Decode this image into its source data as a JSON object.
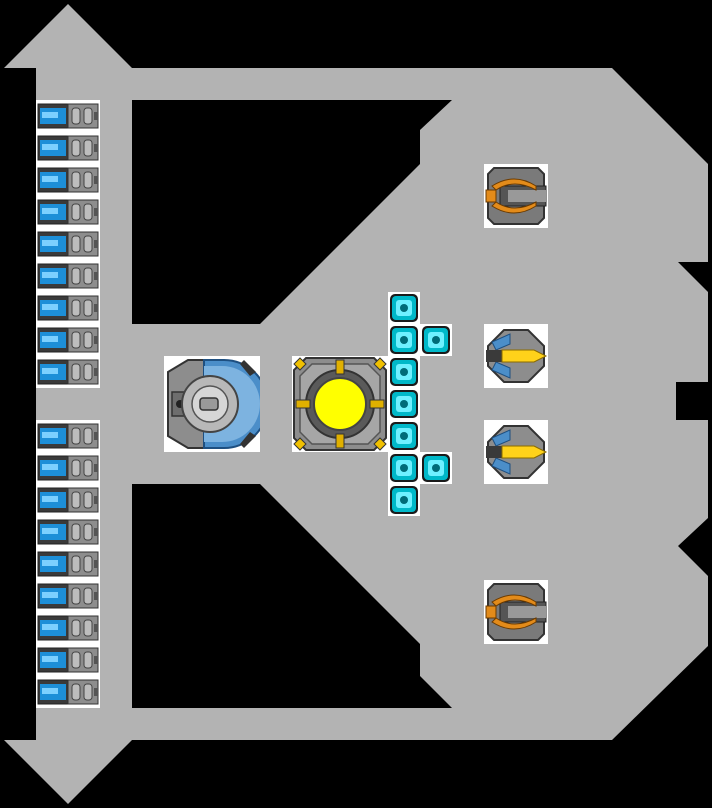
{
  "game": {
    "view": "ship-editor",
    "colors": {
      "background": "#000000",
      "hull": "#b3b3b3",
      "thruster_blue": "#1d8fd8",
      "reactor_core": "#ffff00",
      "shield_teal": "#00b8c8",
      "gun_orange": "#e38b1a",
      "missile_yellow": "#ffd21a",
      "panel_grey": "#8d8d8d"
    },
    "modules": {
      "thrusters_upper": {
        "icon": "thruster-icon",
        "count": 9
      },
      "thrusters_lower": {
        "icon": "thruster-icon",
        "count": 9
      },
      "cockpit": {
        "icon": "cockpit-icon"
      },
      "reactor": {
        "icon": "reactor-icon"
      },
      "shield_cells": {
        "icon": "shield-cell-icon",
        "count": 9
      },
      "weapons": [
        {
          "icon": "cannon-icon",
          "type": "cannon"
        },
        {
          "icon": "missile-launcher-icon",
          "type": "missile"
        },
        {
          "icon": "missile-launcher-icon",
          "type": "missile"
        },
        {
          "icon": "cannon-icon",
          "type": "cannon"
        }
      ]
    }
  }
}
